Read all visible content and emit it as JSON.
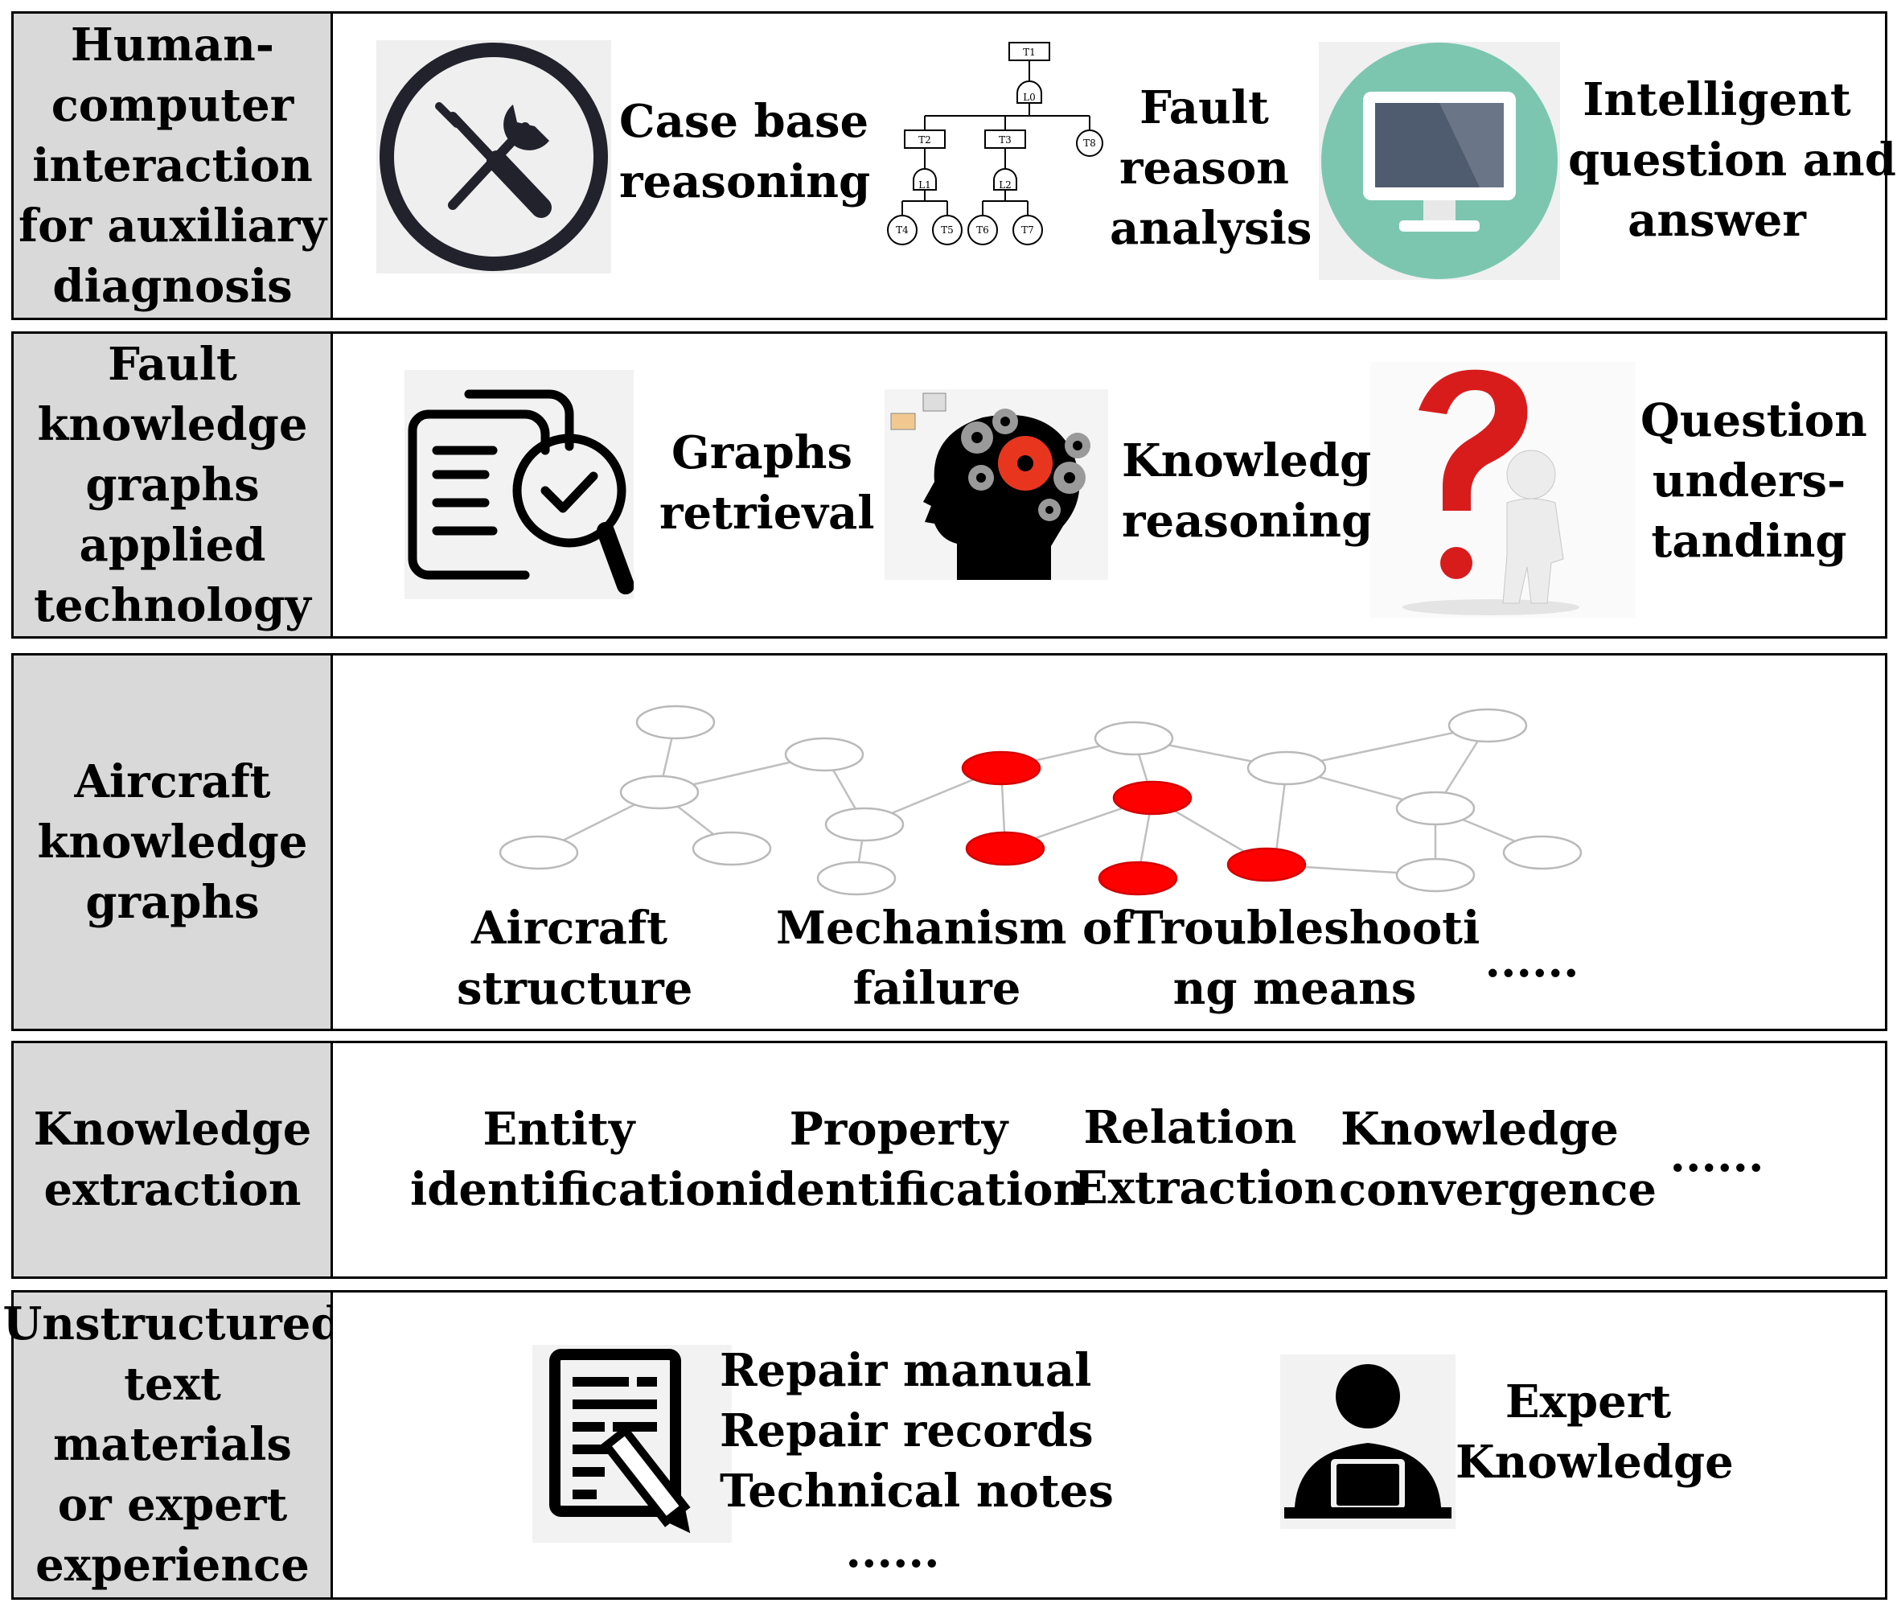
{
  "rows": [
    {
      "header": [
        "Human-",
        "computer",
        "interaction",
        "for auxiliary",
        "diagnosis"
      ],
      "items": [
        {
          "icon": "tools-circle-icon",
          "lines": [
            "Case base",
            "reasoning"
          ]
        },
        {
          "icon": "fault-tree-icon",
          "lines": [
            "Fault",
            "reason",
            "analysis"
          ],
          "tree_labels": [
            "T1",
            "L0",
            "T2",
            "T3",
            "T8",
            "L1",
            "L2",
            "T4",
            "T5",
            "T6",
            "T7"
          ]
        },
        {
          "icon": "monitor-icon",
          "lines": [
            "Intelligent",
            "question and",
            "answer"
          ]
        }
      ]
    },
    {
      "header": [
        "Fault",
        "knowledge",
        "graphs",
        "applied",
        "technology"
      ],
      "items": [
        {
          "icon": "document-search-icon",
          "lines": [
            "Graphs",
            "retrieval"
          ]
        },
        {
          "icon": "head-gears-icon",
          "lines": [
            "Knowledge",
            "reasoning"
          ]
        },
        {
          "icon": "question-mark-figure-icon",
          "lines": [
            "Question",
            "unders-",
            "tanding"
          ]
        }
      ]
    },
    {
      "header": [
        "Aircraft",
        "knowledge",
        "graphs"
      ],
      "items": [
        {
          "lines": [
            "Aircraft",
            "structure"
          ]
        },
        {
          "lines": [
            "Mechanism of",
            "failure"
          ]
        },
        {
          "lines": [
            "Troubleshooti",
            "ng means"
          ]
        },
        {
          "lines": [
            "......"
          ]
        }
      ]
    },
    {
      "header": [
        "Knowledge",
        "extraction"
      ],
      "items": [
        {
          "lines": [
            "Entity",
            "identification"
          ]
        },
        {
          "lines": [
            "Property",
            "identification"
          ]
        },
        {
          "lines": [
            "Relation",
            "Extraction"
          ]
        },
        {
          "lines": [
            "Knowledge",
            "convergence"
          ]
        },
        {
          "lines": [
            "......"
          ]
        }
      ]
    },
    {
      "header": [
        "Unstructured",
        "text materials",
        "or expert",
        "experience"
      ],
      "items": [
        {
          "icon": "document-pen-icon",
          "lines": [
            "Repair manual",
            "Repair records",
            "Technical notes",
            "......"
          ]
        },
        {
          "icon": "person-laptop-icon",
          "lines": [
            "Expert",
            "Knowledge"
          ]
        }
      ]
    }
  ],
  "colors": {
    "header_bg": "#d9d9d9",
    "highlight_node": "#ff0000",
    "monitor_circle": "#7cc6b0"
  }
}
